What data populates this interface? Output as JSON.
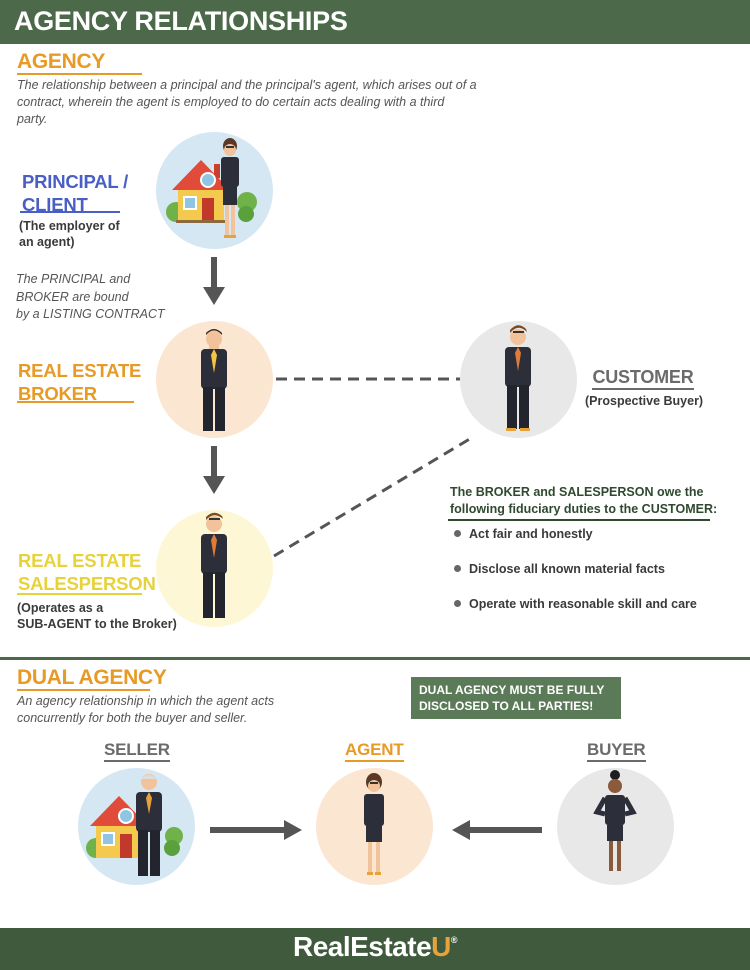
{
  "header": {
    "title": "AGENCY RELATIONSHIPS"
  },
  "agency": {
    "title": "AGENCY",
    "definition": "The relationship between a principal and the principal's agent, which arises out of a contract, wherein the agent is employed to do certain acts dealing with a third party."
  },
  "principal": {
    "title_line1": "PRINCIPAL /",
    "title_line2": "CLIENT",
    "sub_line1": "(The employer of",
    "sub_line2": "an agent)"
  },
  "listing_note": {
    "line1": "The PRINCIPAL and",
    "line2": "BROKER are bound",
    "line3": "by a LISTING CONTRACT"
  },
  "broker": {
    "title_line1": "REAL ESTATE",
    "title_line2": "BROKER"
  },
  "customer": {
    "title": "CUSTOMER",
    "sub": "(Prospective Buyer)"
  },
  "salesperson": {
    "title_line1": "REAL ESTATE",
    "title_line2": "SALESPERSON",
    "sub_line1": "(Operates as a",
    "sub_line2": "SUB-AGENT to the Broker)"
  },
  "duties": {
    "heading_line1": "The BROKER and SALESPERSON owe the",
    "heading_line2": "following fiduciary duties to the CUSTOMER:",
    "items": [
      "Act fair and honestly",
      "Disclose all known material facts",
      "Operate with reasonable skill and care"
    ]
  },
  "dual_agency": {
    "title": "DUAL AGENCY",
    "definition_line1": "An agency relationship in which the agent acts",
    "definition_line2": "concurrently for both the buyer and seller.",
    "callout_line1": "DUAL AGENCY MUST BE FULLY",
    "callout_line2": "DISCLOSED TO ALL PARTIES!",
    "seller": "SELLER",
    "agent": "AGENT",
    "buyer": "BUYER"
  },
  "footer": {
    "brand_main": "RealEstate",
    "brand_u": "U",
    "brand_mark": "®"
  },
  "colors": {
    "header_green": "#4c6a4a",
    "orange": "#e79a25",
    "blue": "#4a5fc4",
    "yellow": "#e8d23a",
    "gray_title": "#6b6b6b",
    "circle_blue": "#d6e7f4",
    "circle_peach": "#fbe6d2",
    "circle_cream": "#fdf7d6",
    "circle_gray": "#e8e8e8"
  }
}
